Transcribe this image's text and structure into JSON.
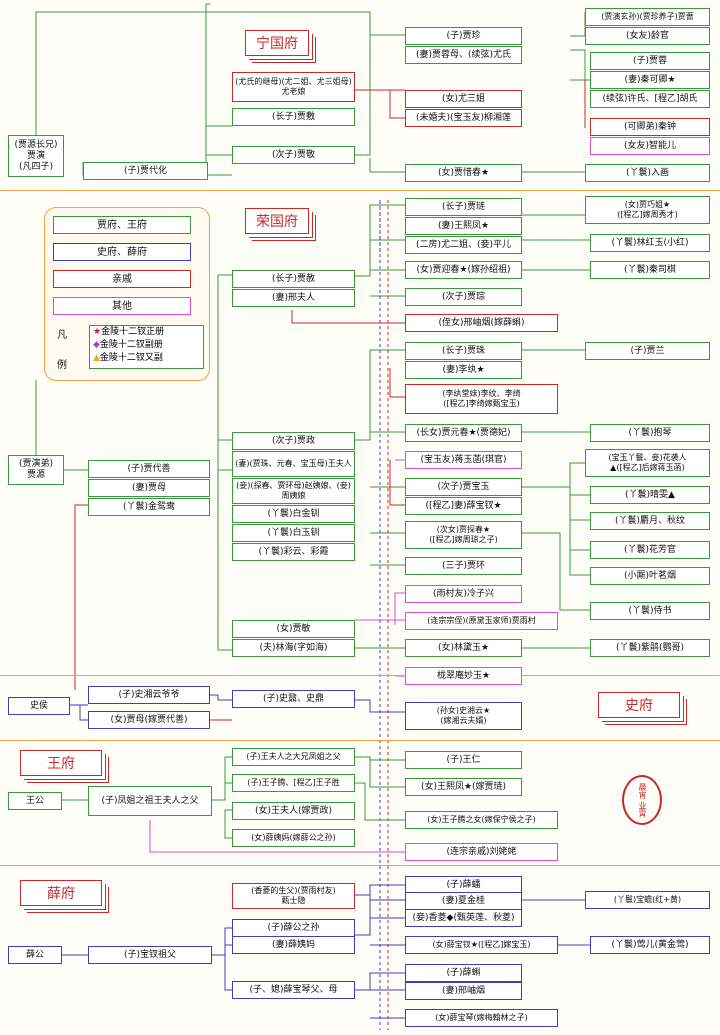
{
  "sections": {
    "ningguo": "宁国府",
    "rongguo": "荣国府",
    "shi": "史府",
    "wang": "王府",
    "xue": "薛府"
  },
  "legend": {
    "items": [
      "贾府、王府",
      "史府、薛府",
      "亲戚",
      "其他"
    ],
    "fan": "凡",
    "li": "例",
    "keys": [
      "金陵十二钗正册",
      "金陵十二钗副册",
      "金陵十二钗又副"
    ]
  },
  "seal_text": "晨宵\n业霄",
  "boxes": {
    "jiayan_xiong": "(贾源长兄)\n贾演\n(凡四子)",
    "jiadaihua": "(子)贾代化",
    "youlaoniang": "(尤氏的继母)(尤二姐、尤三姐母)尤老娘",
    "jiafu": "(长子)贾敷",
    "jiajing": "(次子)贾敬",
    "jiazhen": "(子)贾珍",
    "youshi": "(妻)贾蓉母、(续弦)尤氏",
    "yousanjie": "(女)尤三姐",
    "liuxianglian": "(未婚夫)(宝玉友)柳湘莲",
    "jiaxichun": "(女)贾惜春★",
    "ruhua": "(丫鬟)入画",
    "jiaqiang": "(贾演玄孙)(贾珍养子)贾蔷",
    "lingguan": "(女友)龄官",
    "jiarong": "(子)贾蓉",
    "qinkeqing": "(妻)秦可卿★",
    "xuxian": "(续弦)许氏、[程乙]胡氏",
    "qinzhong": "(可卿弟)秦钟",
    "zhinenger": "(女友)智能儿",
    "jiayuan_di": "(贾演弟)\n贾源",
    "jiadaishan": "(子)贾代善",
    "jiamu": "(妻)贾母",
    "yuanyang": "(丫鬟)金鸳鸯",
    "jiashe": "(长子)贾赦",
    "xingfuren": "(妻)邢夫人",
    "jialian": "(长子)贾琏",
    "wangxifeng_wife": "(妻)王熙凤★",
    "erfang": "(二房)尤二姐、(妾)平儿",
    "qiaojie": "(女)贾巧姐★\n([程乙]嫁周秀才)",
    "linhongyu": "(丫鬟)林红玉(小红)",
    "yingchun": "(女)贾迎春★(嫁孙绍祖)",
    "siqi": "(丫鬟)秦司棋",
    "jiacong": "(次子)贾琮",
    "xingxiuyan": "(侄女)邢岫烟(嫁薛蝌)",
    "jiazhu": "(长子)贾珠",
    "liwan": "(妻)李纨★",
    "liwenli": "(李纨堂妹)李纹、李绮\n([程乙]李绮嫁甄宝玉)",
    "jialan": "(子)贾兰",
    "jiazheng": "(次子)贾政",
    "wangfuren": "(妻)(贾珠、元春、宝玉母)王夫人",
    "zhaoyiniang": "(妾)(探春、贾环母)赵姨娘、(妾)周姨娘",
    "baijinchuan": "(丫鬟)白金钏",
    "baiyuchuan": "(丫鬟)白玉钏",
    "caiyun": "(丫鬟)彩云、彩霞",
    "yuanchun": "(长女)贾元春★(贾德妃)",
    "baoqin_servant": "(丫鬟)抱琴",
    "jiangyuhan": "(宝玉友)蒋玉菡(琪官)",
    "xiren": "(宝玉丫鬟、妾)花袭人\n▲([程乙]后嫁蒋玉菡)",
    "baoyu": "(次子)贾宝玉",
    "baochai": "([程乙]妻)薛宝钗★",
    "qingwen": "(丫鬟)晴雯▲",
    "sheyue": "(丫鬟)麝月、秋纹",
    "tanchun": "(次女)贾探春★\n([程乙]嫁周琼之子)",
    "fangguan": "(丫鬟)花芳官",
    "jiahuan": "(三子)贾环",
    "mingyan": "(小厮)叶茗烟",
    "daishu": "(丫鬟)侍书",
    "lengzixing": "(雨村友)冷子兴",
    "jiayucun": "(连宗宗侄)(原黛玉家师)贾雨村",
    "jiamin": "(女)贾敏",
    "linruhai": "(夫)林海(字如海)",
    "daiyu": "(女)林黛玉★",
    "zijuan": "(丫鬟)紫鹃(鹦哥)",
    "miaoyu": "栊翠庵妙玉★",
    "shihou": "史侯",
    "shixiangyun_father": "(子)史湘云爷爷",
    "shimu": "(女)贾母(嫁贾代善)",
    "shinai": "(子)史鼐、史鼎",
    "xiangyun": "(孙女)史湘云★\n(嫁湘云夫婿)",
    "wanggong": "王公",
    "wang_zu": "(子)凤姐之祖王夫人之父",
    "wang_zisheng_father": "(子)王夫人之大兄凤姐之父",
    "wangzi_teng": "(子)王子腾、[程乙]王子胜",
    "wangfuren_marry": "(女)王夫人(嫁贾政)",
    "xueyima": "(女)薛姨妈(嫁薛公之孙)",
    "wangren": "(子)王仁",
    "xifeng_marry": "(女)王熙凤★(嫁贾琏)",
    "wangzi_daughter": "(女)王子腾之女(嫁保宁侯之子)",
    "liulaolao": "(连宗亲戚)刘姥姥",
    "xuegong": "薛公",
    "baochai_grandfather": "(子)宝钗祖父",
    "zhenshiyin": "(香菱的生父)(贾雨村友)\n甄士隐",
    "xuegong_grandson": "(子)薛公之孙",
    "xueyima2": "(妻)薛姨妈",
    "xueqin_parent": "(子、媳)薛宝琴父、母",
    "xuepan": "(子)薛蟠",
    "xiajingui": "(妻)夏金桂",
    "xiangling": "(妾)香菱◆(甄英莲、秋菱)",
    "baochan": "(丫鬟)宝蟾(红+黄)",
    "baochai_marry": "(女)薛宝钗★([程乙]嫁宝玉)",
    "yinger": "(丫鬟)莺儿(黄金莺)",
    "xueke": "(子)薛蝌",
    "xingxiuyan2": "(妻)邢岫烟",
    "xuebaoqin": "(女)薛宝琴(嫁梅翰林之子)"
  }
}
